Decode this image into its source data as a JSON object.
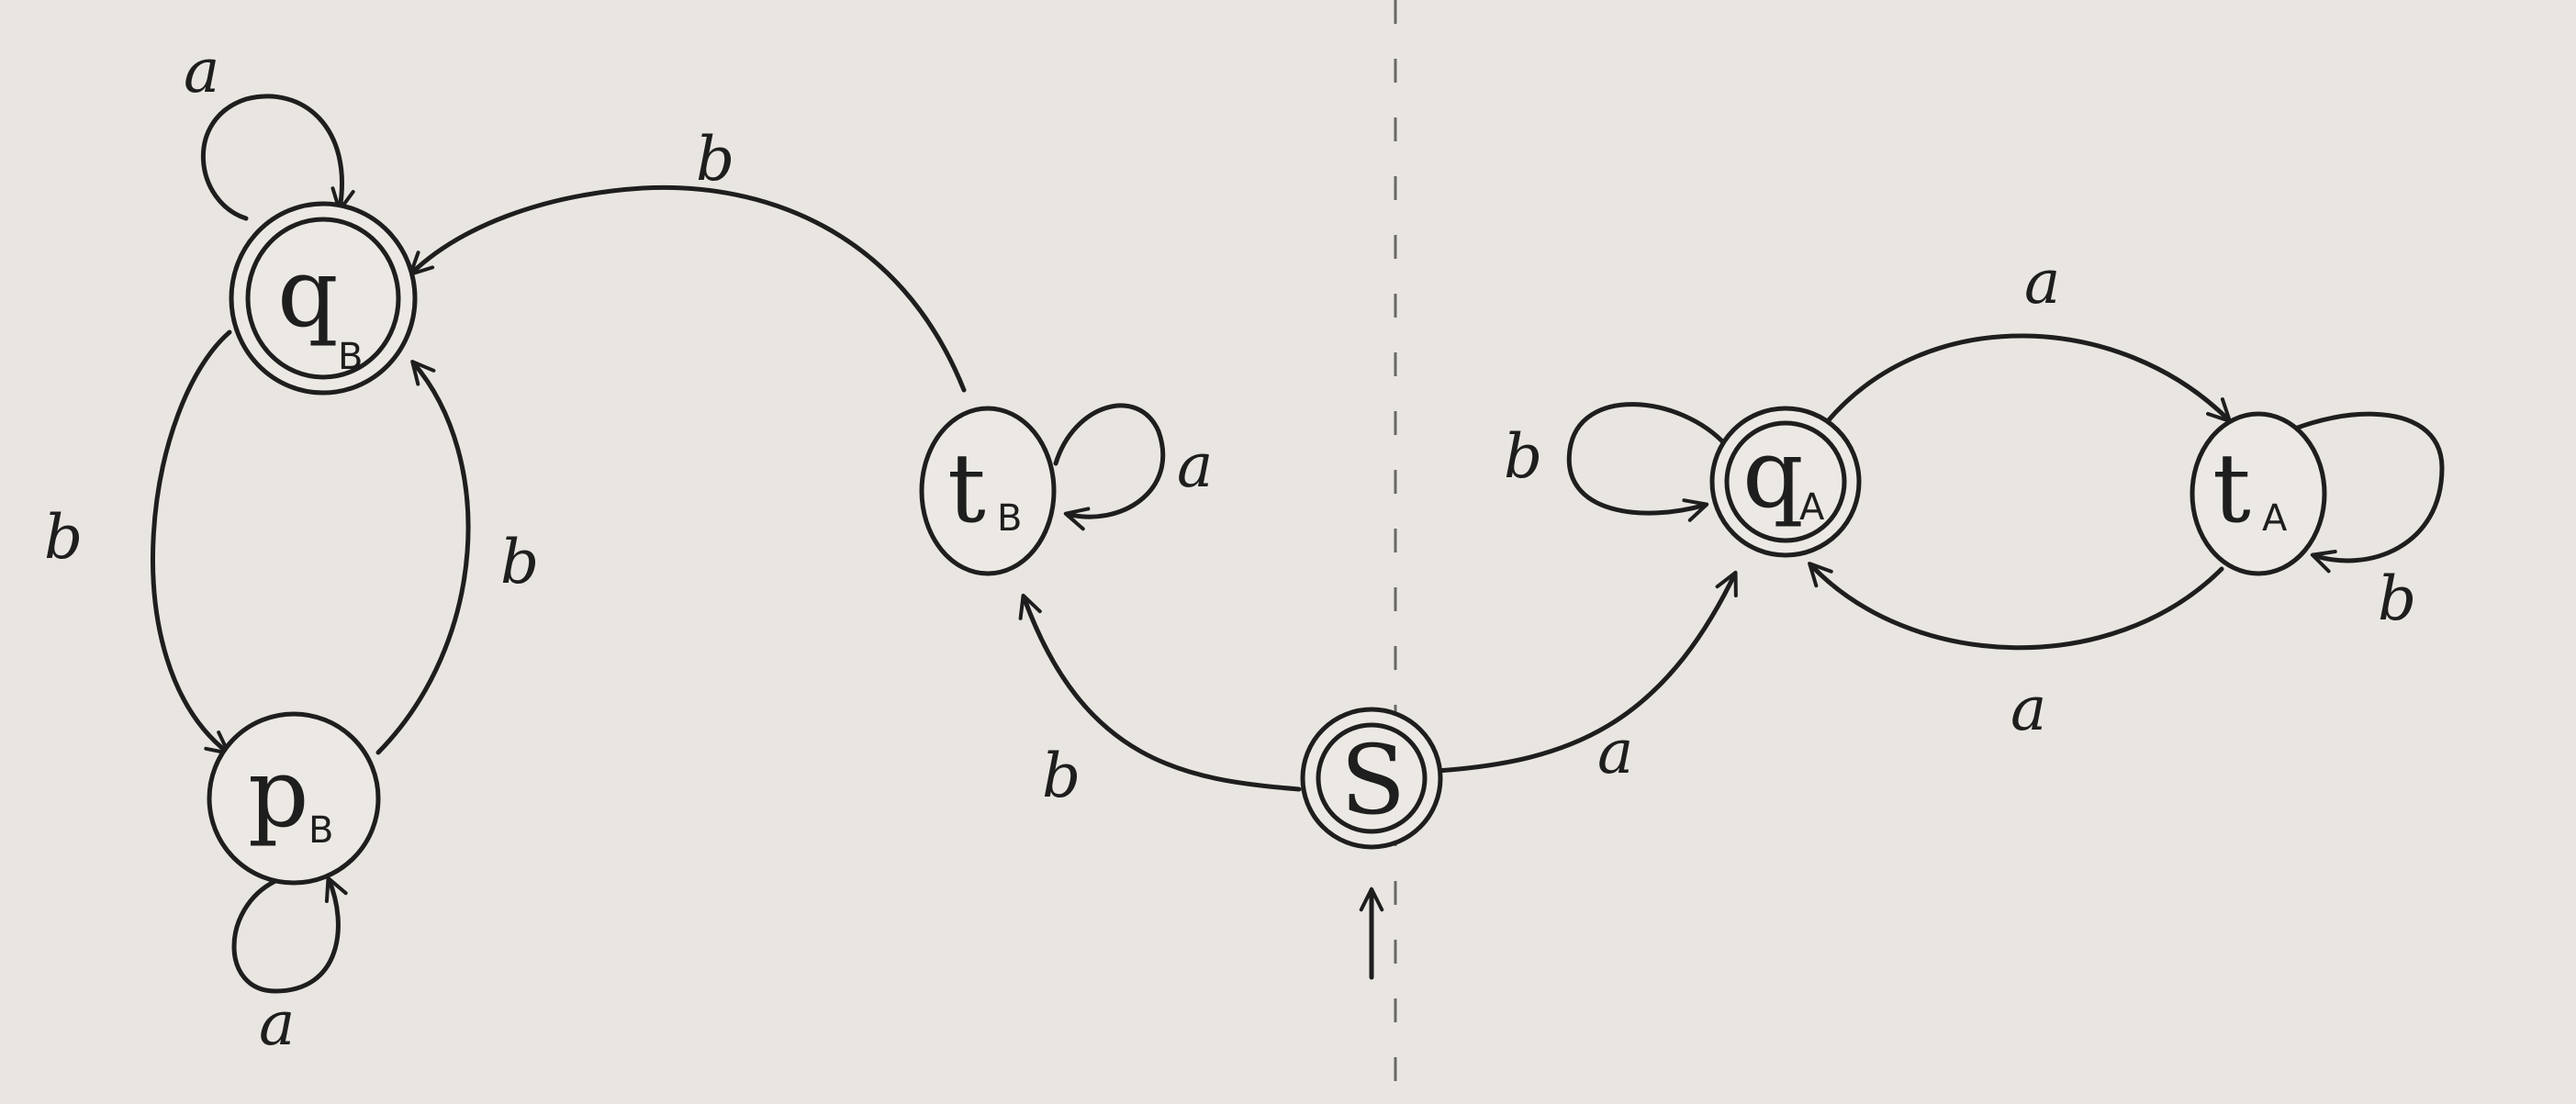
{
  "diagram": {
    "type": "finite-automaton",
    "states": [
      {
        "id": "qB",
        "main": "q",
        "sub": "B",
        "accepting": true,
        "initial": false
      },
      {
        "id": "pB",
        "main": "p",
        "sub": "B",
        "accepting": false,
        "initial": false
      },
      {
        "id": "tB",
        "main": "t",
        "sub": "B",
        "accepting": false,
        "initial": false
      },
      {
        "id": "S",
        "main": "S",
        "sub": "",
        "accepting": true,
        "initial": true
      },
      {
        "id": "qA",
        "main": "q",
        "sub": "A",
        "accepting": true,
        "initial": false
      },
      {
        "id": "tA",
        "main": "t",
        "sub": "A",
        "accepting": false,
        "initial": false
      }
    ],
    "transitions": [
      {
        "id": "qB-qB",
        "from": "qB",
        "to": "qB",
        "label": "a"
      },
      {
        "id": "qB-pB",
        "from": "qB",
        "to": "pB",
        "label": "b"
      },
      {
        "id": "pB-qB",
        "from": "pB",
        "to": "qB",
        "label": "b"
      },
      {
        "id": "pB-pB",
        "from": "pB",
        "to": "pB",
        "label": "a"
      },
      {
        "id": "tB-qB",
        "from": "tB",
        "to": "qB",
        "label": "b"
      },
      {
        "id": "tB-tB",
        "from": "tB",
        "to": "tB",
        "label": "a"
      },
      {
        "id": "S-tB",
        "from": "S",
        "to": "tB",
        "label": "b"
      },
      {
        "id": "S-qA",
        "from": "S",
        "to": "qA",
        "label": "a"
      },
      {
        "id": "qA-qA",
        "from": "qA",
        "to": "qA",
        "label": "b"
      },
      {
        "id": "qA-tA",
        "from": "qA",
        "to": "tA",
        "label": "a"
      },
      {
        "id": "tA-qA",
        "from": "tA",
        "to": "qA",
        "label": "a"
      },
      {
        "id": "tA-tA",
        "from": "tA",
        "to": "tA",
        "label": "b"
      }
    ]
  }
}
